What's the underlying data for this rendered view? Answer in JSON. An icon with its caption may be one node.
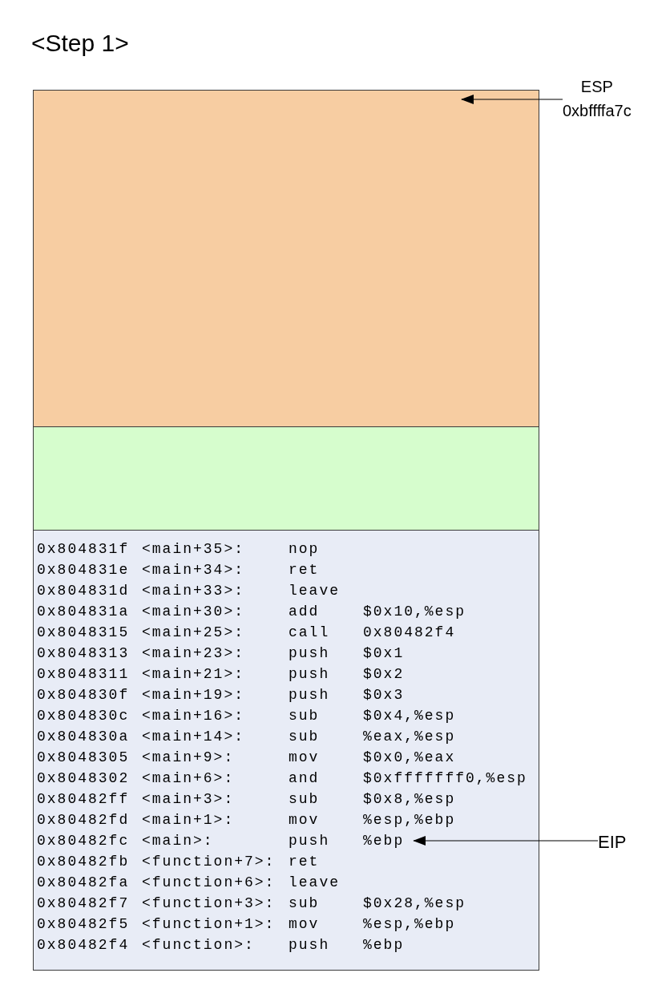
{
  "diagram": {
    "title": "<Step 1>",
    "nodes": [
      {
        "text": [
          "ESP",
          "0xbffffa7c"
        ]
      },
      {
        "text": [],
        "shape": "box"
      },
      {
        "text": [],
        "shape": "box"
      },
      {
        "text": [],
        "shape": "box"
      },
      {
        "text": [
          "0x804831f",
          "<main+35>:",
          "nop"
        ],
        "in": 3
      },
      {
        "text": [
          "0x804831e",
          "<main+34>:",
          "ret"
        ],
        "in": 3
      },
      {
        "text": [
          "0x804831d",
          "<main+33>:",
          "leave"
        ],
        "in": 3
      },
      {
        "text": [
          "0x804831a",
          "<main+30>:",
          "add",
          "$0x10,%esp"
        ],
        "in": 3
      },
      {
        "text": [
          "0x8048315",
          "<main+25>:",
          "call",
          "0x80482f4"
        ],
        "in": 3
      },
      {
        "text": [
          "0x8048313",
          "<main+23>:",
          "push",
          "$0x1"
        ],
        "in": 3
      },
      {
        "text": [
          "0x8048311",
          "<main+21>:",
          "push",
          "$0x2"
        ],
        "in": 3
      },
      {
        "text": [
          "0x804830f",
          "<main+19>:",
          "push",
          "$0x3"
        ],
        "in": 3
      },
      {
        "text": [
          "0x804830c",
          "<main+16>:",
          "sub",
          "$0x4,%esp"
        ],
        "in": 3
      },
      {
        "text": [
          "0x804830a",
          "<main+14>:",
          "sub",
          "%eax,%esp"
        ],
        "in": 3
      },
      {
        "text": [
          "0x8048305",
          "<main+9>:",
          "mov",
          "$0x0,%eax"
        ],
        "in": 3
      },
      {
        "text": [
          "0x8048302",
          "<main+6>:",
          "and",
          "$0xfffffff0,%esp"
        ],
        "in": 3
      },
      {
        "text": [
          "0x80482ff",
          "<main+3>:",
          "sub",
          "$0x8,%esp"
        ],
        "in": 3
      },
      {
        "text": [
          "0x80482fd",
          "<main+1>:",
          "mov",
          "%esp,%ebp"
        ],
        "in": 3
      },
      {
        "text": [
          "0x80482fc",
          "<main>:",
          "push",
          "%ebp"
        ],
        "in": 3
      },
      {
        "text": [
          "0x80482fb",
          "<function+7>:",
          "ret"
        ],
        "in": 3
      },
      {
        "text": [
          "0x80482fa",
          "<function+6>:",
          "leave"
        ],
        "in": 3
      },
      {
        "text": [
          "0x80482f7",
          "<function+3>:",
          "sub",
          "$0x28,%esp"
        ],
        "in": 3
      },
      {
        "text": [
          "0x80482f5",
          "<function+1>:",
          "mov",
          "%esp,%ebp"
        ],
        "in": 3
      },
      {
        "text": [
          "0x80482f4",
          "<function>:",
          "push",
          "%ebp"
        ],
        "in": 3
      },
      {
        "text": [
          "EIP"
        ]
      }
    ],
    "edges": [
      {
        "from": 0,
        "to": 1,
        "arrow": "to"
      },
      {
        "from": 24,
        "to": 18,
        "arrow": "to"
      }
    ]
  }
}
